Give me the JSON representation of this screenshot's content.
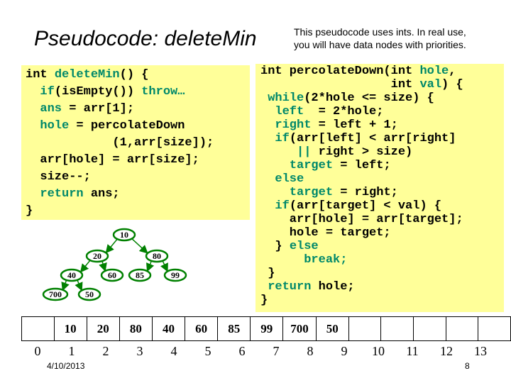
{
  "title": "Pseudocode: deleteMin",
  "note": {
    "line1": "This pseudocode uses ints.  In real use,",
    "line2": "you will have data nodes with priorities."
  },
  "left_code": [
    [
      {
        "t": "int ",
        "c": "k"
      },
      {
        "t": "deleteMin",
        "c": "b"
      },
      {
        "t": "() {",
        "c": "k"
      }
    ],
    [
      {
        "t": "  ",
        "c": "k"
      },
      {
        "t": "if",
        "c": "b"
      },
      {
        "t": "(isEmpty()) ",
        "c": "k"
      },
      {
        "t": "throw…",
        "c": "b"
      }
    ],
    [
      {
        "t": "  ",
        "c": "k"
      },
      {
        "t": "ans",
        "c": "b"
      },
      {
        "t": " = arr[1];",
        "c": "k"
      }
    ],
    [
      {
        "t": "  ",
        "c": "k"
      },
      {
        "t": "hole",
        "c": "b"
      },
      {
        "t": " = percolateDown",
        "c": "k"
      }
    ],
    [
      {
        "t": "            (1,arr[size]);",
        "c": "k"
      }
    ],
    [
      {
        "t": "  arr[hole] = arr[size];",
        "c": "k"
      }
    ],
    [
      {
        "t": "  size--;",
        "c": "k"
      }
    ],
    [
      {
        "t": "  ",
        "c": "k"
      },
      {
        "t": "return",
        "c": "b"
      },
      {
        "t": " ans;",
        "c": "k"
      }
    ],
    [
      {
        "t": "}",
        "c": "k"
      }
    ]
  ],
  "right_code": [
    [
      {
        "t": "int percolateDown(int ",
        "c": "k"
      },
      {
        "t": "hole",
        "c": "b"
      },
      {
        "t": ",",
        "c": "k"
      }
    ],
    [
      {
        "t": "                  int ",
        "c": "k"
      },
      {
        "t": "val",
        "c": "b"
      },
      {
        "t": ") {",
        "c": "k"
      }
    ],
    [
      {
        "t": " ",
        "c": "k"
      },
      {
        "t": "while",
        "c": "b"
      },
      {
        "t": "(2*hole <= size) {",
        "c": "k"
      }
    ],
    [
      {
        "t": "  ",
        "c": "k"
      },
      {
        "t": "left",
        "c": "b"
      },
      {
        "t": "  = 2*hole;",
        "c": "k"
      }
    ],
    [
      {
        "t": "  ",
        "c": "k"
      },
      {
        "t": "right",
        "c": "b"
      },
      {
        "t": " = left + 1;",
        "c": "k"
      }
    ],
    [
      {
        "t": "  ",
        "c": "k"
      },
      {
        "t": "if",
        "c": "b"
      },
      {
        "t": "(arr[left] < arr[right]",
        "c": "k"
      }
    ],
    [
      {
        "t": "     ",
        "c": "k"
      },
      {
        "t": "||",
        "c": "b"
      },
      {
        "t": " right > size)",
        "c": "k"
      }
    ],
    [
      {
        "t": "    ",
        "c": "k"
      },
      {
        "t": "target",
        "c": "b"
      },
      {
        "t": " = left;",
        "c": "k"
      }
    ],
    [
      {
        "t": "  ",
        "c": "k"
      },
      {
        "t": "else",
        "c": "b"
      }
    ],
    [
      {
        "t": "    ",
        "c": "k"
      },
      {
        "t": "target",
        "c": "b"
      },
      {
        "t": " = right;",
        "c": "k"
      }
    ],
    [
      {
        "t": "  ",
        "c": "k"
      },
      {
        "t": "if",
        "c": "b"
      },
      {
        "t": "(arr[target] < val) {",
        "c": "k"
      }
    ],
    [
      {
        "t": "    arr[hole] = arr[target];",
        "c": "k"
      }
    ],
    [
      {
        "t": "    hole = target;",
        "c": "k"
      }
    ],
    [
      {
        "t": "  } ",
        "c": "k"
      },
      {
        "t": "else",
        "c": "b"
      }
    ],
    [
      {
        "t": "      ",
        "c": "k"
      },
      {
        "t": "break;",
        "c": "b"
      }
    ],
    [
      {
        "t": " }",
        "c": "k"
      }
    ],
    [
      {
        "t": " ",
        "c": "k"
      },
      {
        "t": "return",
        "c": "b"
      },
      {
        "t": " hole;",
        "c": "k"
      }
    ],
    [
      {
        "t": "}",
        "c": "k"
      }
    ]
  ],
  "tree_nodes": [
    "10",
    "20",
    "80",
    "40",
    "60",
    "85",
    "99",
    "700",
    "50"
  ],
  "heap_array": [
    "",
    "10",
    "20",
    "80",
    "40",
    "60",
    "85",
    "99",
    "700",
    "50",
    "",
    "",
    "",
    "",
    ""
  ],
  "indices": [
    "0",
    "1",
    "2",
    "3",
    "4",
    "5",
    "6",
    "7",
    "8",
    "9",
    "10",
    "11",
    "12",
    "13"
  ],
  "footer": {
    "date": "4/10/2013",
    "page": "8"
  },
  "colors": {
    "code_bg": "#ffff99",
    "keyword": "#00886a",
    "tree_green": "#008000"
  }
}
